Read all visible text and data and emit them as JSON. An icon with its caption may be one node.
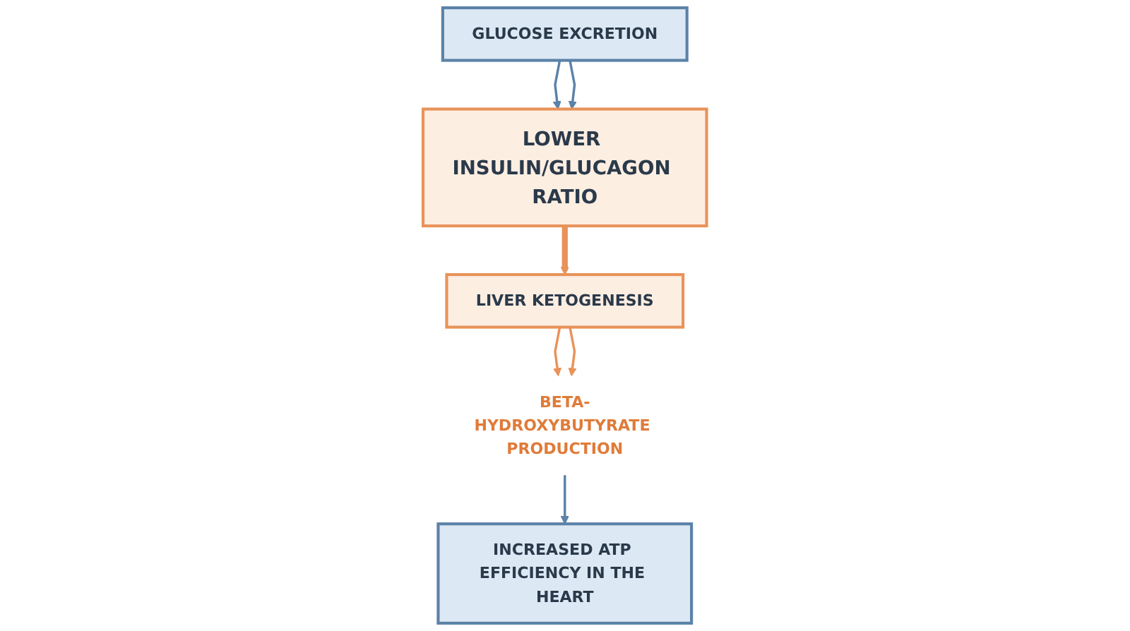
{
  "diagram": {
    "nodes": [
      {
        "text": [
          "GLUCOSE EXCRETION"
        ]
      },
      {
        "text": [
          "LOWER INSULIN/GLUCAGON RATIO"
        ]
      },
      {
        "text": [
          "LIVER KETOGENESIS"
        ]
      },
      {
        "text": [
          "BETA-HYDROXYBUTYRATE PRODUCTION"
        ]
      },
      {
        "text": [
          "INCREASED ATP EFFICIENCY IN THE HEART"
        ]
      }
    ],
    "edges": [
      {
        "from": 0,
        "to": 1,
        "arrow": "to",
        "color": "#5b82a8"
      },
      {
        "from": 0,
        "to": 1,
        "arrow": "to",
        "color": "#5b82a8"
      },
      {
        "from": 1,
        "to": 2,
        "arrow": "to",
        "style": "thick",
        "color": "#e8935a"
      },
      {
        "from": 2,
        "to": 3,
        "arrow": "to",
        "color": "#e8935a"
      },
      {
        "from": 2,
        "to": 3,
        "arrow": "to",
        "color": "#e8935a"
      },
      {
        "from": 3,
        "to": 4,
        "arrow": "to",
        "color": "#5b82a8"
      }
    ]
  }
}
